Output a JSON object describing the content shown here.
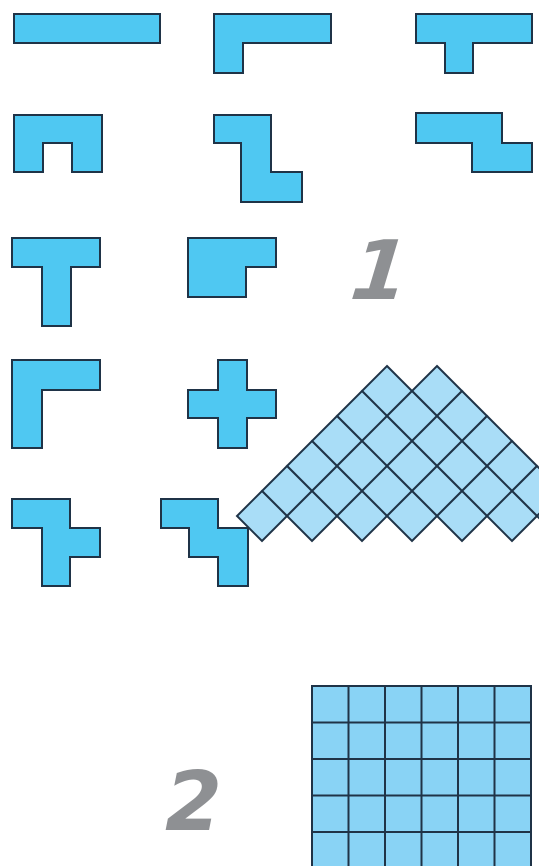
{
  "figure": {
    "labels": {
      "one": "1",
      "two": "2"
    },
    "pieces": [
      {
        "name": "piece-i"
      },
      {
        "name": "piece-l-long"
      },
      {
        "name": "piece-t-top"
      },
      {
        "name": "piece-u"
      },
      {
        "name": "piece-z-left"
      },
      {
        "name": "piece-z-right"
      },
      {
        "name": "piece-t"
      },
      {
        "name": "piece-p"
      },
      {
        "name": "piece-v"
      },
      {
        "name": "piece-plus"
      },
      {
        "name": "piece-f"
      },
      {
        "name": "piece-w"
      }
    ],
    "tree_rows": [
      2,
      3,
      4,
      5,
      6,
      7
    ],
    "grid": {
      "rows": 5,
      "cols": 6
    },
    "colors": {
      "piece_fill": "#4FC8F2",
      "outline": "#1F3347",
      "tree_fill": "#A9DDF7",
      "grid_fill": "#89D3F5",
      "label": "#8E9093"
    }
  }
}
